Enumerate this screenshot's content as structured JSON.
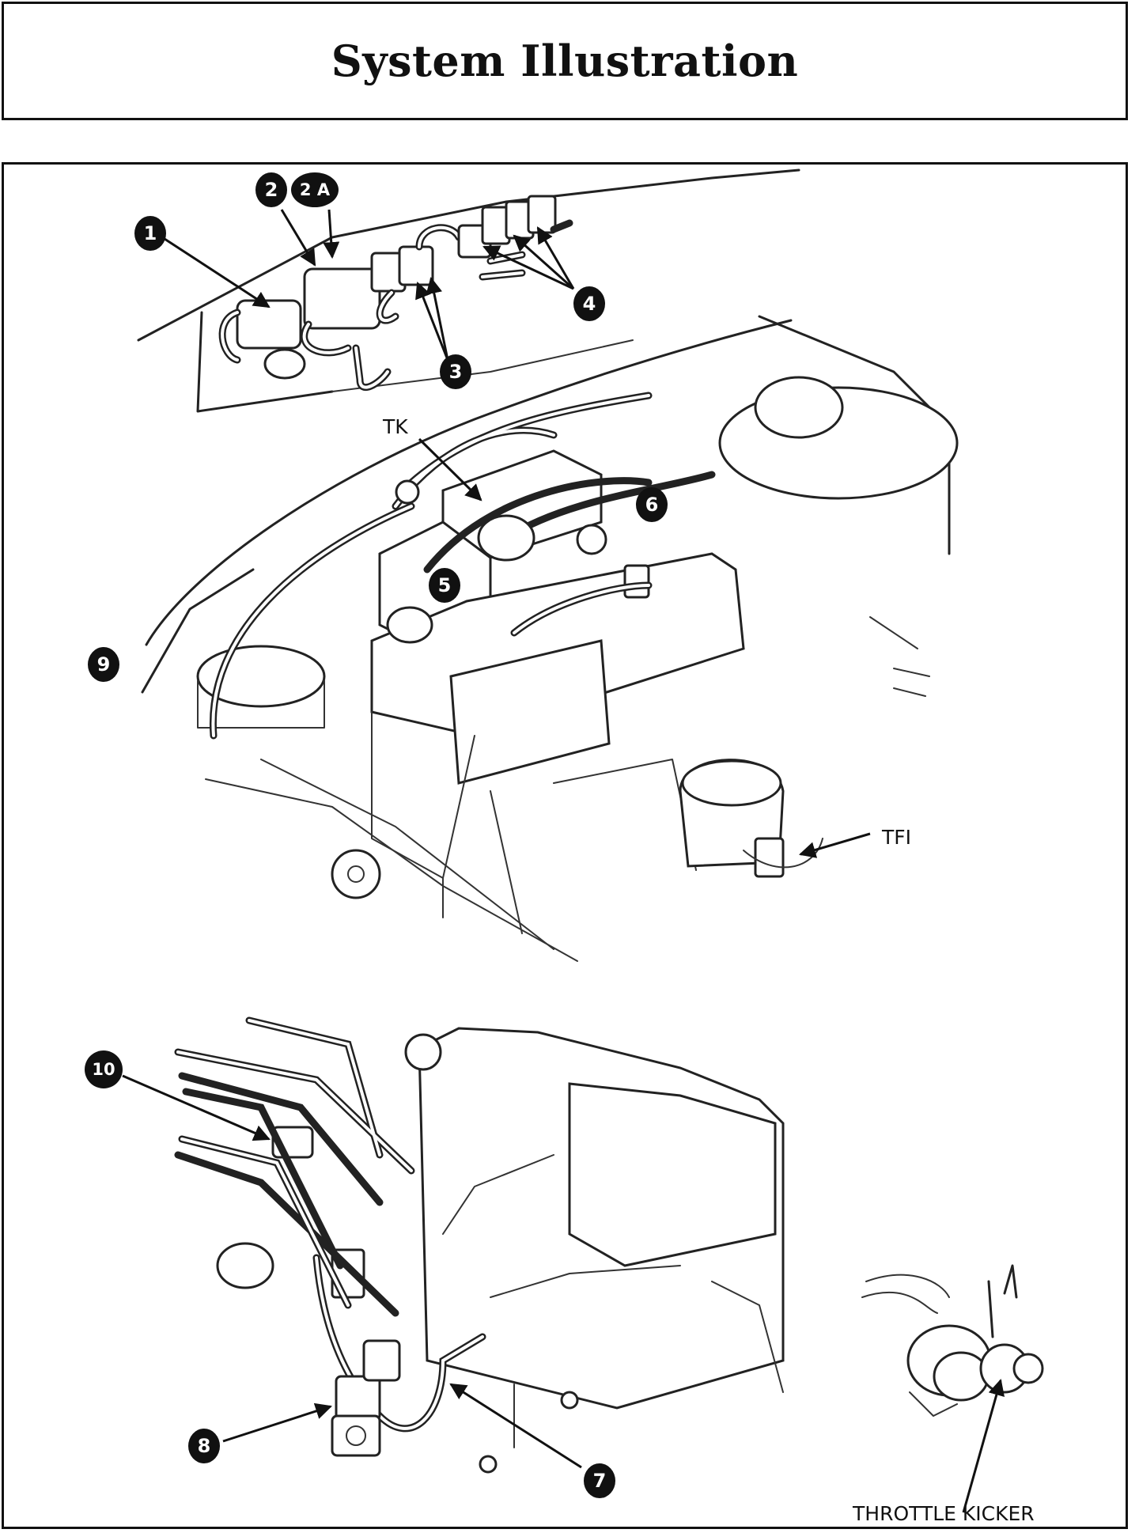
{
  "title": "System Illustration",
  "callouts": {
    "c1": "1",
    "c2": "2",
    "c2a": "2 A",
    "c3": "3",
    "c4": "4",
    "c5": "5",
    "c6": "6",
    "c7": "7",
    "c8": "8",
    "c9": "9",
    "c10": "10"
  },
  "labels": {
    "tk": "TK",
    "tfi": "TFI",
    "throttle_kicker": "THROTTLE KICKER"
  }
}
